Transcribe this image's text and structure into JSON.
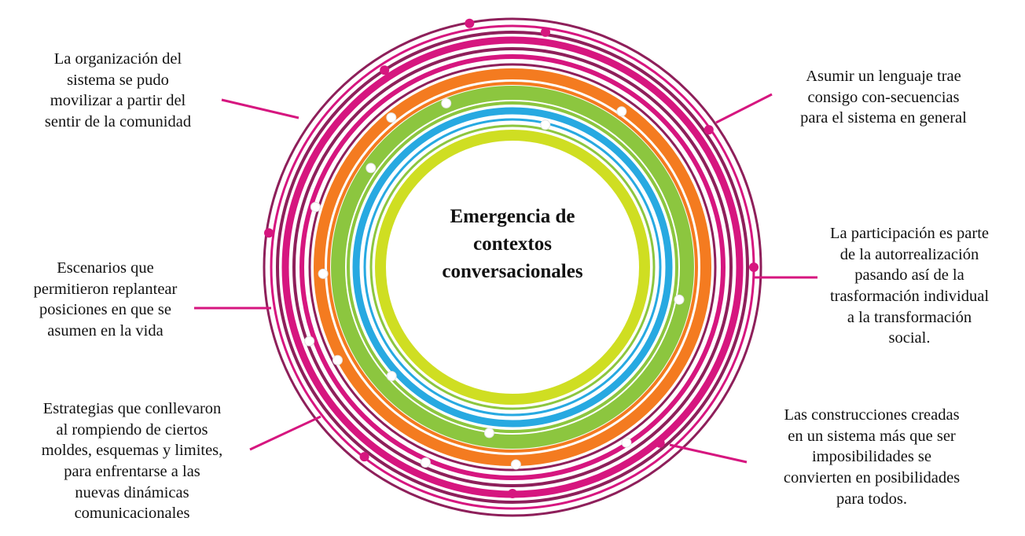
{
  "center": {
    "title": "Emergencia de\ncontextos\nconversacionales"
  },
  "notes": {
    "top_left": "La organización del\nsistema se pudo\nmovilizar a partir del\nsentir de la comunidad",
    "mid_left": "Escenarios que\npermitieron replantear\nposiciones en que se\nasumen en la vida",
    "bottom_left": "Estrategias que conllevaron\nal rompiendo de ciertos\nmoldes, esquemas y limites,\npara enfrentarse a las\nnuevas dinámicas\ncomunicacionales",
    "top_right": "Asumir un lenguaje trae\nconsigo con-secuencias\npara el sistema en general",
    "mid_right": "La participación es parte\nde la autorrealización\npasando así de la\ntrasformación individual\na la transformación\nsocial.",
    "bottom_right": "Las construcciones creadas\nen un sistema más que ser\nimposibilidades se\nconvierten en posibilidades\npara todos."
  },
  "colors": {
    "magenta": "#d6167f",
    "purple": "#8e1f5a",
    "orange": "#f47b20",
    "green": "#8cc63f",
    "blue": "#27a9e1",
    "lime": "#cfde22",
    "dot_outline": "#e2e2e2"
  }
}
